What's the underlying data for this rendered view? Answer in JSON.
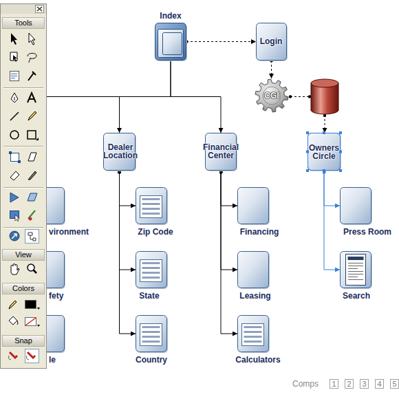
{
  "diagram": {
    "nodes": [
      {
        "text": [
          "Index"
        ]
      },
      {
        "text": [
          "Login"
        ]
      },
      {
        "text": [
          "CGI"
        ]
      },
      {
        "text": [
          "Dealer Location"
        ]
      },
      {
        "text": [
          "Financial Center"
        ]
      },
      {
        "text": [
          "Owners Circle"
        ]
      },
      {
        "text": [
          "vironment"
        ]
      },
      {
        "text": [
          "Zip Code"
        ]
      },
      {
        "text": [
          "Financing"
        ]
      },
      {
        "text": [
          "Press Room"
        ]
      },
      {
        "text": [
          "fety"
        ]
      },
      {
        "text": [
          "State"
        ]
      },
      {
        "text": [
          "Leasing"
        ]
      },
      {
        "text": [
          "Search"
        ]
      },
      {
        "text": [
          "le"
        ]
      },
      {
        "text": [
          "Country"
        ]
      },
      {
        "text": [
          "Calculators"
        ]
      }
    ],
    "edges": [
      {
        "from": 0,
        "to": 1,
        "arrow": "to"
      },
      {
        "from": 1,
        "to": 2,
        "arrow": "to"
      },
      {
        "from": 0,
        "to": 3,
        "arrow": "to"
      },
      {
        "from": 0,
        "to": 4,
        "arrow": "to"
      },
      {
        "from": 3,
        "to": 7,
        "arrow": "to"
      },
      {
        "from": 3,
        "to": 11,
        "arrow": "to"
      },
      {
        "from": 3,
        "to": 15,
        "arrow": "to"
      },
      {
        "from": 4,
        "to": 8,
        "arrow": "to"
      },
      {
        "from": 4,
        "to": 12,
        "arrow": "to"
      },
      {
        "from": 4,
        "to": 16,
        "arrow": "to"
      },
      {
        "from": 5,
        "to": 9,
        "arrow": "to"
      },
      {
        "from": 5,
        "to": 13,
        "arrow": "to"
      }
    ],
    "labels": [
      "Tools",
      "View",
      "Colors",
      "Snap",
      "Comps",
      "1",
      "2",
      "3",
      "4",
      "5"
    ]
  }
}
